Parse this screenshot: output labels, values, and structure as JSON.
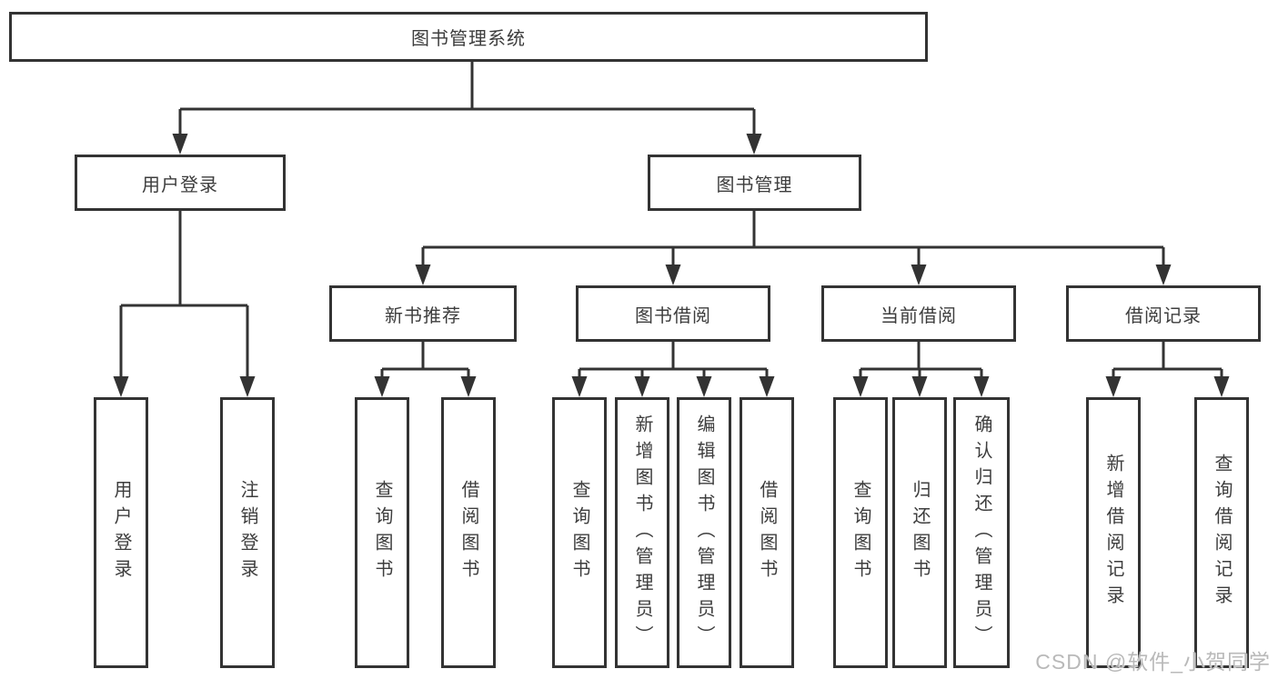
{
  "colors": {
    "line": "#333333",
    "text": "#3d3d3d",
    "watermark": "#b9b9b9",
    "background": "#ffffff"
  },
  "watermark": {
    "text": "CSDN @软件_小贺同学"
  },
  "tree": {
    "root": {
      "label": "图书管理系统"
    },
    "children": [
      {
        "label": "用户登录",
        "children": [
          {
            "label": "用户登录"
          },
          {
            "label": "注销登录"
          }
        ]
      },
      {
        "label": "图书管理",
        "children": [
          {
            "label": "新书推荐",
            "children": [
              {
                "label": "查询图书"
              },
              {
                "label": "借阅图书"
              }
            ]
          },
          {
            "label": "图书借阅",
            "children": [
              {
                "label": "查询图书"
              },
              {
                "label": "新增图书（管理员）"
              },
              {
                "label": "编辑图书（管理员）"
              },
              {
                "label": "借阅图书"
              }
            ]
          },
          {
            "label": "当前借阅",
            "children": [
              {
                "label": "查询图书"
              },
              {
                "label": "归还图书"
              },
              {
                "label": "确认归还（管理员）"
              }
            ]
          },
          {
            "label": "借阅记录",
            "children": [
              {
                "label": "新增借阅记录"
              },
              {
                "label": "查询借阅记录"
              }
            ]
          }
        ]
      }
    ]
  }
}
